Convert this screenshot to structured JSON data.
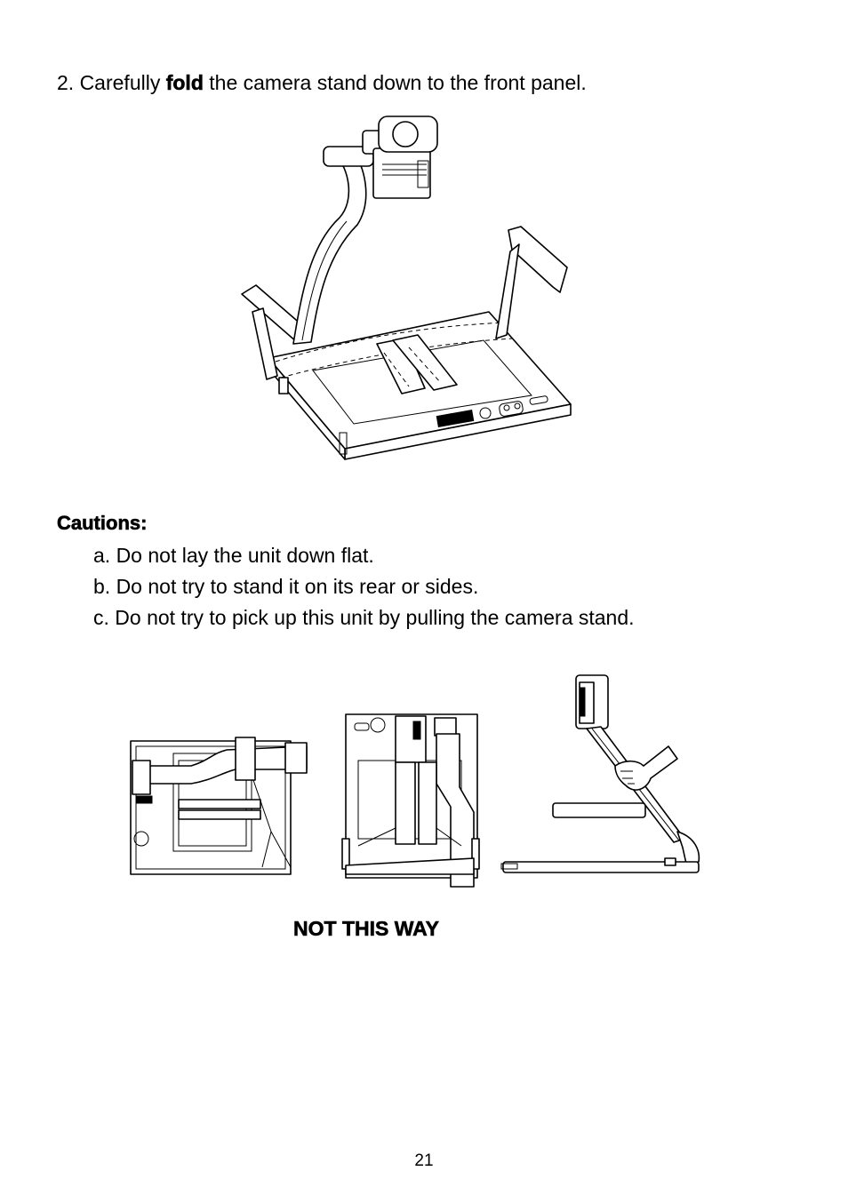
{
  "step": {
    "prefix": "2. Carefully ",
    "bold": "fold",
    "suffix": " the camera stand down to the front panel."
  },
  "cautions": {
    "heading": "Cautions:",
    "items": [
      "a. Do not lay the unit down flat.",
      "b. Do not try to stand it on its rear or sides.",
      "c. Do not try to pick up this unit by pulling the camera stand."
    ]
  },
  "warning_label": "NOT THIS WAY",
  "page_number": "21"
}
